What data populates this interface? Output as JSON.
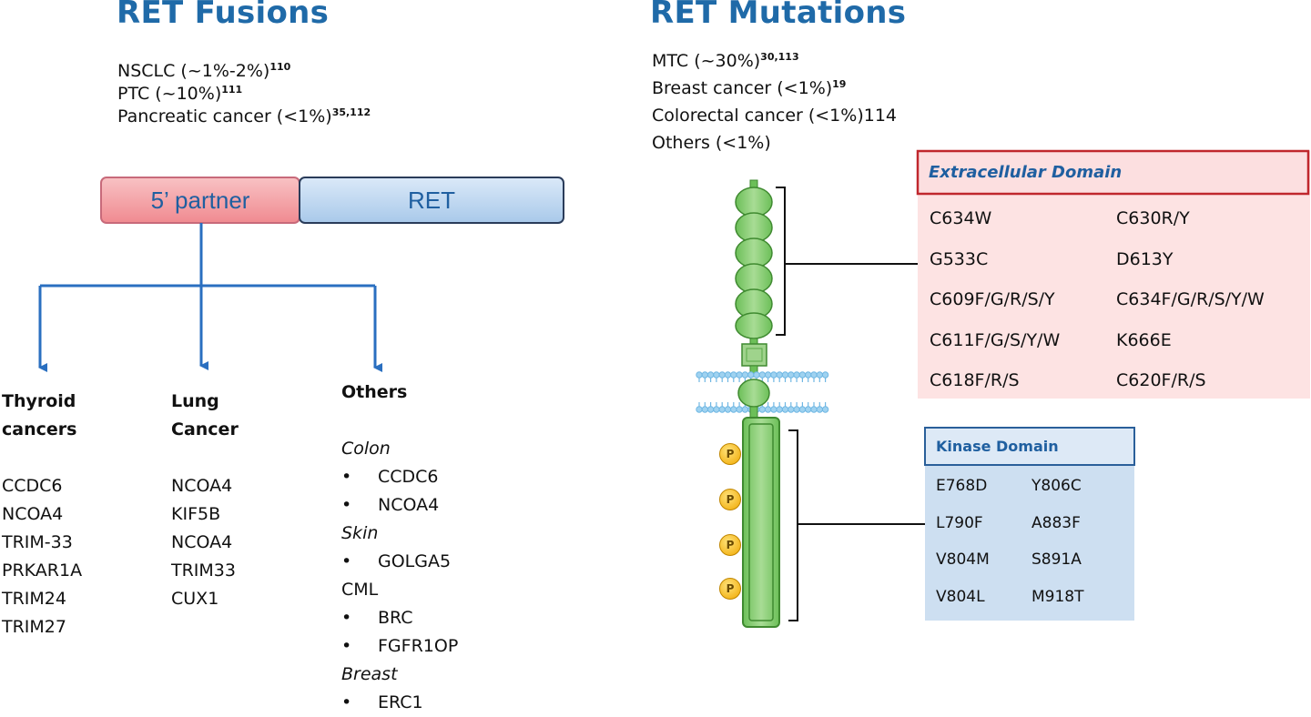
{
  "left": {
    "title": "RET Fusions",
    "stats": [
      {
        "text": "NSCLC (~1%-2%)",
        "sup": "110"
      },
      {
        "text": "PTC (~10%)",
        "sup": "111"
      },
      {
        "text": "Pancreatic cancer (<1%)",
        "sup": "35,112"
      }
    ],
    "partner_label": "5’ partner",
    "ret_label": "RET",
    "thyroid": {
      "heading_line1": "Thyroid",
      "heading_line2": "cancers",
      "items": [
        "CCDC6",
        "NCOA4",
        "TRIM-33",
        "PRKAR1A",
        "TRIM24",
        "TRIM27"
      ]
    },
    "lung": {
      "heading_line1": "Lung",
      "heading_line2": "Cancer",
      "items": [
        "NCOA4",
        "KIF5B",
        "NCOA4",
        "TRIM33",
        "CUX1"
      ]
    },
    "others": {
      "heading": "Others",
      "colon": "Colon",
      "colon_items": [
        "CCDC6",
        "NCOA4"
      ],
      "skin": "Skin",
      "skin_items": [
        "GOLGA5"
      ],
      "cml": "CML",
      "cml_items": [
        "BRC",
        "FGFR1OP"
      ],
      "breast": "Breast",
      "breast_items": [
        "ERC1"
      ],
      "bullet": "•"
    }
  },
  "right": {
    "title": "RET Mutations",
    "stats": [
      {
        "text": "MTC (~30%)",
        "sup": "30,113"
      },
      {
        "text": "Breast cancer (<1%)",
        "sup": "19"
      },
      {
        "text": "Colorectal cancer (<1%)114",
        "sup": ""
      },
      {
        "text": "Others (<1%)",
        "sup": ""
      }
    ],
    "extracellular": {
      "header": "Extracellular Domain",
      "mutations": [
        "C634W",
        "C630R/Y",
        "G533C",
        "D613Y",
        "C609F/G/R/S/Y",
        "C634F/G/R/S/Y/W",
        "C611F/G/S/Y/W",
        "K666E",
        "C618F/R/S",
        "C620F/R/S"
      ]
    },
    "kinase": {
      "header": "Kinase Domain",
      "mutations": [
        "E768D",
        "Y806C",
        "L790F",
        "A883F",
        "V804M",
        "S891A",
        "V804L",
        "M918T"
      ]
    },
    "phospho_label": "P"
  },
  "colors": {
    "title_blue": "#1f6aa8",
    "partner_fill": "#f4a4a8",
    "ret_fill": "#bcd6f0",
    "ecd_fill": "#fce0e0",
    "ecd_border": "#c0272d",
    "kd_fill": "#c9dcef",
    "kd_header_fill": "#dce8f5",
    "kd_border": "#2a5f9a",
    "receptor_green": "#8fd07a",
    "phospho_yellow": "#f5b800"
  }
}
